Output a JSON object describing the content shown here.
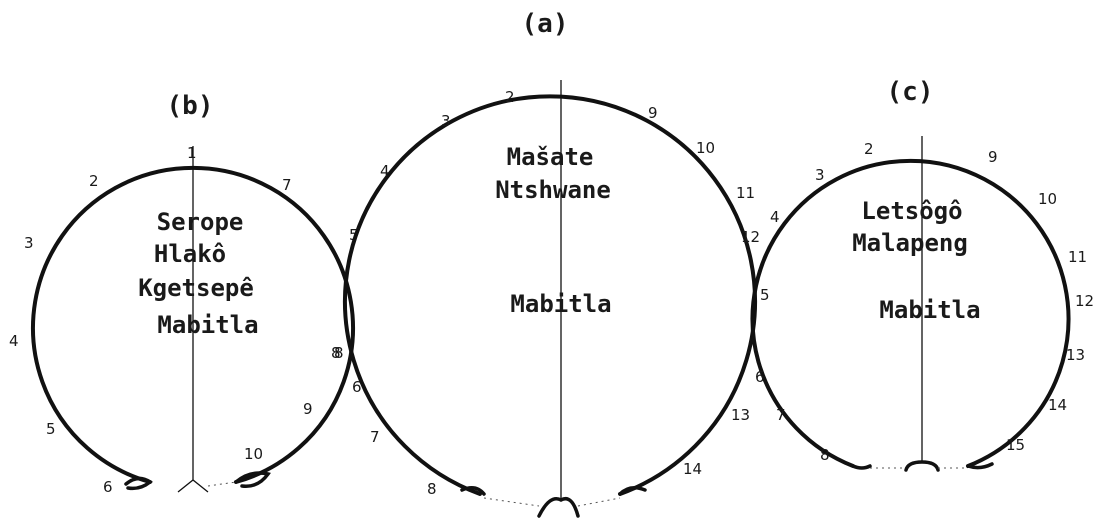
{
  "diagrams": {
    "a": {
      "label": "(a)",
      "names": [
        "Mašate",
        "Ntshwane",
        "Mabitla"
      ],
      "numbers": [
        "2",
        "3",
        "4",
        "5",
        "8",
        "6",
        "7",
        "8",
        "9",
        "10",
        "11",
        "12",
        "13",
        "14"
      ]
    },
    "b": {
      "label": "(b)",
      "names": [
        "Serope",
        "Hlakô",
        "Kgetsepê",
        "Mabitla"
      ],
      "numbers": [
        "1",
        "2",
        "3",
        "4",
        "5",
        "6",
        "7",
        "5",
        "8",
        "9",
        "10"
      ]
    },
    "c": {
      "label": "(c)",
      "names": [
        "Letsôgô",
        "Malapeng",
        "Mabitla"
      ],
      "numbers": [
        "2",
        "3",
        "4",
        "5",
        "6",
        "7",
        "8",
        "9",
        "10",
        "11",
        "12",
        "13",
        "14",
        "15"
      ]
    }
  }
}
